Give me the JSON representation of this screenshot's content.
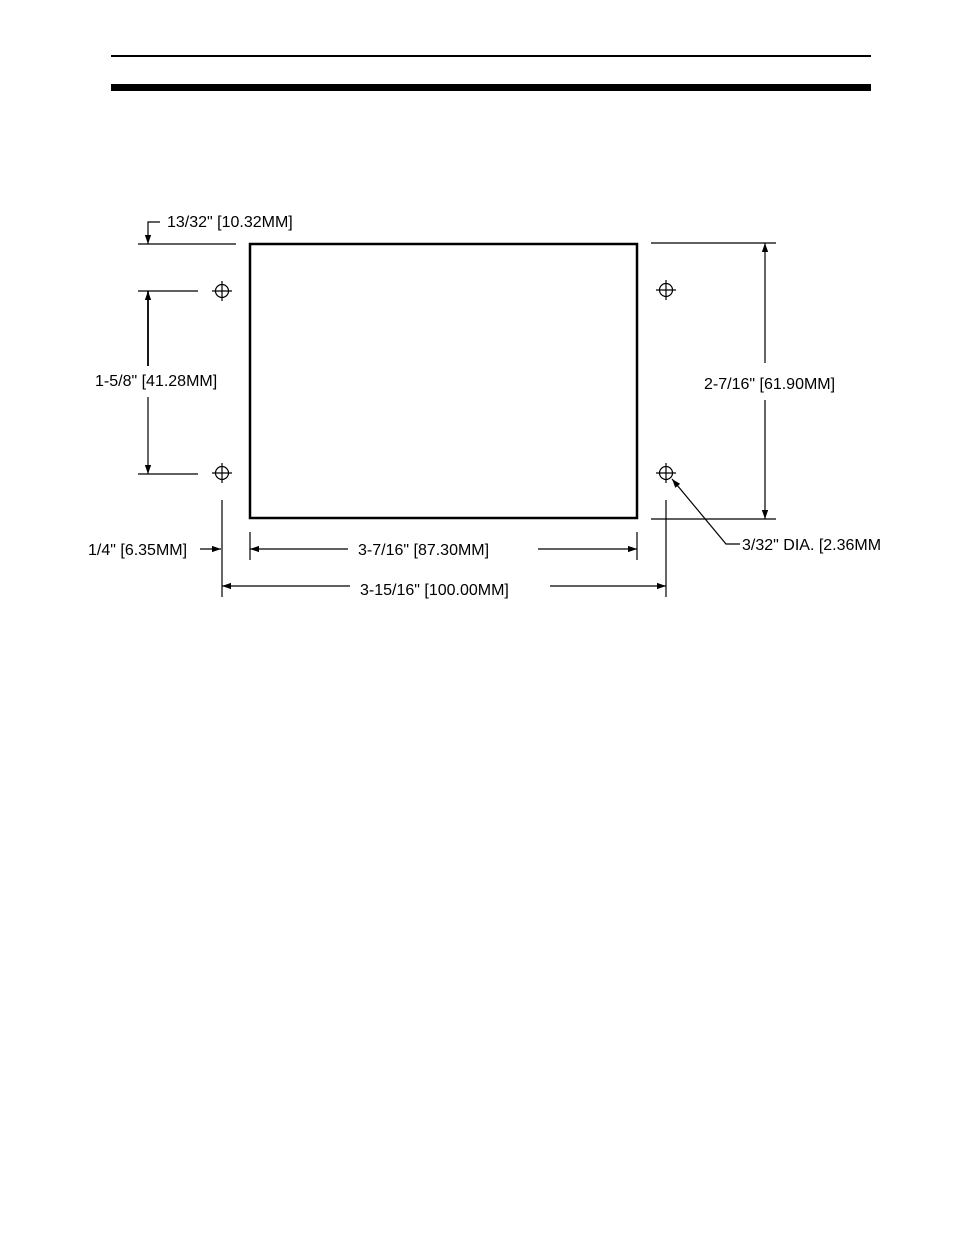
{
  "header": {
    "rule_color": "#000000"
  },
  "diagram": {
    "line_color": "#000000",
    "dimensions": {
      "top_offset": "13/32\" [10.32MM]",
      "hole_spacing_vertical": "1-5/8\" [41.28MM]",
      "overall_height": "2-7/16\" [61.90MM]",
      "left_offset": "1/4\" [6.35MM]",
      "cutout_width": "3-7/16\" [87.30MM]",
      "overall_width": "3-15/16\" [100.00MM]",
      "hole_diameter": "3/32\" DIA. [2.36MM"
    },
    "holes": [
      {
        "name": "upper-left"
      },
      {
        "name": "lower-left"
      },
      {
        "name": "upper-right"
      },
      {
        "name": "lower-right"
      }
    ]
  }
}
